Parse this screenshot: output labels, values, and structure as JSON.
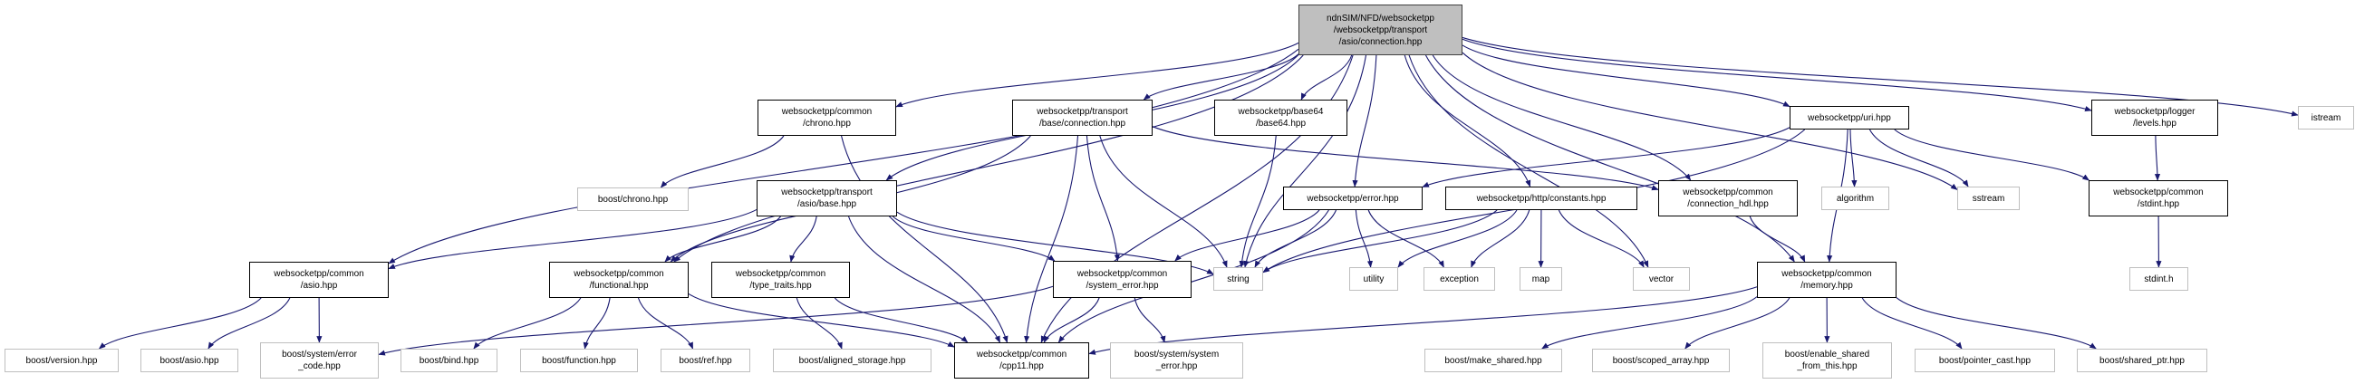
{
  "graph": {
    "type": "include-dependency-graph",
    "edge_color": "#191970",
    "root_fill": "#bfbfbf",
    "root": "root",
    "nodes": [
      {
        "id": "root",
        "label": "ndnSIM/NFD/websocketpp\n/websocketpp/transport\n/asio/connection.hpp",
        "kind": "root"
      },
      {
        "id": "chrono",
        "label": "websocketpp/common\n/chrono.hpp",
        "kind": "local"
      },
      {
        "id": "base_connection",
        "label": "websocketpp/transport\n/base/connection.hpp",
        "kind": "local"
      },
      {
        "id": "base64",
        "label": "websocketpp/base64\n/base64.hpp",
        "kind": "local"
      },
      {
        "id": "uri",
        "label": "websocketpp/uri.hpp",
        "kind": "local"
      },
      {
        "id": "levels",
        "label": "websocketpp/logger\n/levels.hpp",
        "kind": "local"
      },
      {
        "id": "istream",
        "label": "istream",
        "kind": "ext"
      },
      {
        "id": "boost_chrono",
        "label": "boost/chrono.hpp",
        "kind": "ext"
      },
      {
        "id": "asio_base",
        "label": "websocketpp/transport\n/asio/base.hpp",
        "kind": "local"
      },
      {
        "id": "error",
        "label": "websocketpp/error.hpp",
        "kind": "local"
      },
      {
        "id": "http_constants",
        "label": "websocketpp/http/constants.hpp",
        "kind": "local"
      },
      {
        "id": "connection_hdl",
        "label": "websocketpp/common\n/connection_hdl.hpp",
        "kind": "local"
      },
      {
        "id": "algorithm",
        "label": "algorithm",
        "kind": "ext"
      },
      {
        "id": "sstream",
        "label": "sstream",
        "kind": "ext"
      },
      {
        "id": "stdint_hpp",
        "label": "websocketpp/common\n/stdint.hpp",
        "kind": "local"
      },
      {
        "id": "common_asio",
        "label": "websocketpp/common\n/asio.hpp",
        "kind": "local"
      },
      {
        "id": "functional",
        "label": "websocketpp/common\n/functional.hpp",
        "kind": "local"
      },
      {
        "id": "type_traits",
        "label": "websocketpp/common\n/type_traits.hpp",
        "kind": "local"
      },
      {
        "id": "system_error",
        "label": "websocketpp/common\n/system_error.hpp",
        "kind": "local"
      },
      {
        "id": "string",
        "label": "string",
        "kind": "ext"
      },
      {
        "id": "utility",
        "label": "utility",
        "kind": "ext"
      },
      {
        "id": "exception",
        "label": "exception",
        "kind": "ext"
      },
      {
        "id": "map",
        "label": "map",
        "kind": "ext"
      },
      {
        "id": "vector",
        "label": "vector",
        "kind": "ext"
      },
      {
        "id": "memory",
        "label": "websocketpp/common\n/memory.hpp",
        "kind": "local"
      },
      {
        "id": "stdint_h",
        "label": "stdint.h",
        "kind": "ext"
      },
      {
        "id": "boost_version",
        "label": "boost/version.hpp",
        "kind": "ext"
      },
      {
        "id": "boost_asio",
        "label": "boost/asio.hpp",
        "kind": "ext"
      },
      {
        "id": "boost_error_code",
        "label": "boost/system/error\n_code.hpp",
        "kind": "ext"
      },
      {
        "id": "boost_bind",
        "label": "boost/bind.hpp",
        "kind": "ext"
      },
      {
        "id": "boost_function",
        "label": "boost/function.hpp",
        "kind": "ext"
      },
      {
        "id": "boost_ref",
        "label": "boost/ref.hpp",
        "kind": "ext"
      },
      {
        "id": "boost_aligned_storage",
        "label": "boost/aligned_storage.hpp",
        "kind": "ext"
      },
      {
        "id": "cpp11",
        "label": "websocketpp/common\n/cpp11.hpp",
        "kind": "local"
      },
      {
        "id": "boost_system_error",
        "label": "boost/system/system\n_error.hpp",
        "kind": "ext"
      },
      {
        "id": "boost_make_shared",
        "label": "boost/make_shared.hpp",
        "kind": "ext"
      },
      {
        "id": "boost_scoped_array",
        "label": "boost/scoped_array.hpp",
        "kind": "ext"
      },
      {
        "id": "boost_enable_shared",
        "label": "boost/enable_shared\n_from_this.hpp",
        "kind": "ext"
      },
      {
        "id": "boost_pointer_cast",
        "label": "boost/pointer_cast.hpp",
        "kind": "ext"
      },
      {
        "id": "boost_shared_ptr",
        "label": "boost/shared_ptr.hpp",
        "kind": "ext"
      }
    ],
    "edges": [
      [
        "root",
        "chrono"
      ],
      [
        "root",
        "base_connection"
      ],
      [
        "root",
        "base64"
      ],
      [
        "root",
        "asio_base"
      ],
      [
        "root",
        "common_asio"
      ],
      [
        "root",
        "functional"
      ],
      [
        "root",
        "cpp11"
      ],
      [
        "root",
        "string"
      ],
      [
        "root",
        "error"
      ],
      [
        "root",
        "http_constants"
      ],
      [
        "root",
        "connection_hdl"
      ],
      [
        "root",
        "uri"
      ],
      [
        "root",
        "sstream"
      ],
      [
        "root",
        "levels"
      ],
      [
        "root",
        "istream"
      ],
      [
        "root",
        "vector"
      ],
      [
        "root",
        "memory"
      ],
      [
        "chrono",
        "boost_chrono"
      ],
      [
        "chrono",
        "cpp11"
      ],
      [
        "base_connection",
        "functional"
      ],
      [
        "base_connection",
        "cpp11"
      ],
      [
        "base_connection",
        "system_error"
      ],
      [
        "base_connection",
        "string"
      ],
      [
        "base_connection",
        "connection_hdl"
      ],
      [
        "base64",
        "string"
      ],
      [
        "asio_base",
        "common_asio"
      ],
      [
        "asio_base",
        "functional"
      ],
      [
        "asio_base",
        "type_traits"
      ],
      [
        "asio_base",
        "system_error"
      ],
      [
        "asio_base",
        "cpp11"
      ],
      [
        "asio_base",
        "string"
      ],
      [
        "common_asio",
        "boost_version"
      ],
      [
        "common_asio",
        "boost_asio"
      ],
      [
        "common_asio",
        "boost_error_code"
      ],
      [
        "functional",
        "boost_bind"
      ],
      [
        "functional",
        "boost_function"
      ],
      [
        "functional",
        "boost_ref"
      ],
      [
        "functional",
        "cpp11"
      ],
      [
        "type_traits",
        "boost_aligned_storage"
      ],
      [
        "type_traits",
        "cpp11"
      ],
      [
        "system_error",
        "cpp11"
      ],
      [
        "system_error",
        "boost_system_error"
      ],
      [
        "system_error",
        "boost_error_code"
      ],
      [
        "error",
        "system_error"
      ],
      [
        "error",
        "string"
      ],
      [
        "error",
        "utility"
      ],
      [
        "error",
        "exception"
      ],
      [
        "error",
        "cpp11"
      ],
      [
        "http_constants",
        "string"
      ],
      [
        "http_constants",
        "utility"
      ],
      [
        "http_constants",
        "exception"
      ],
      [
        "http_constants",
        "map"
      ],
      [
        "http_constants",
        "vector"
      ],
      [
        "connection_hdl",
        "memory"
      ],
      [
        "uri",
        "error"
      ],
      [
        "uri",
        "string"
      ],
      [
        "uri",
        "algorithm"
      ],
      [
        "uri",
        "sstream"
      ],
      [
        "uri",
        "stdint_hpp"
      ],
      [
        "uri",
        "memory"
      ],
      [
        "levels",
        "stdint_hpp"
      ],
      [
        "stdint_hpp",
        "stdint_h"
      ],
      [
        "memory",
        "cpp11"
      ],
      [
        "memory",
        "boost_make_shared"
      ],
      [
        "memory",
        "boost_scoped_array"
      ],
      [
        "memory",
        "boost_enable_shared"
      ],
      [
        "memory",
        "boost_pointer_cast"
      ],
      [
        "memory",
        "boost_shared_ptr"
      ]
    ]
  }
}
